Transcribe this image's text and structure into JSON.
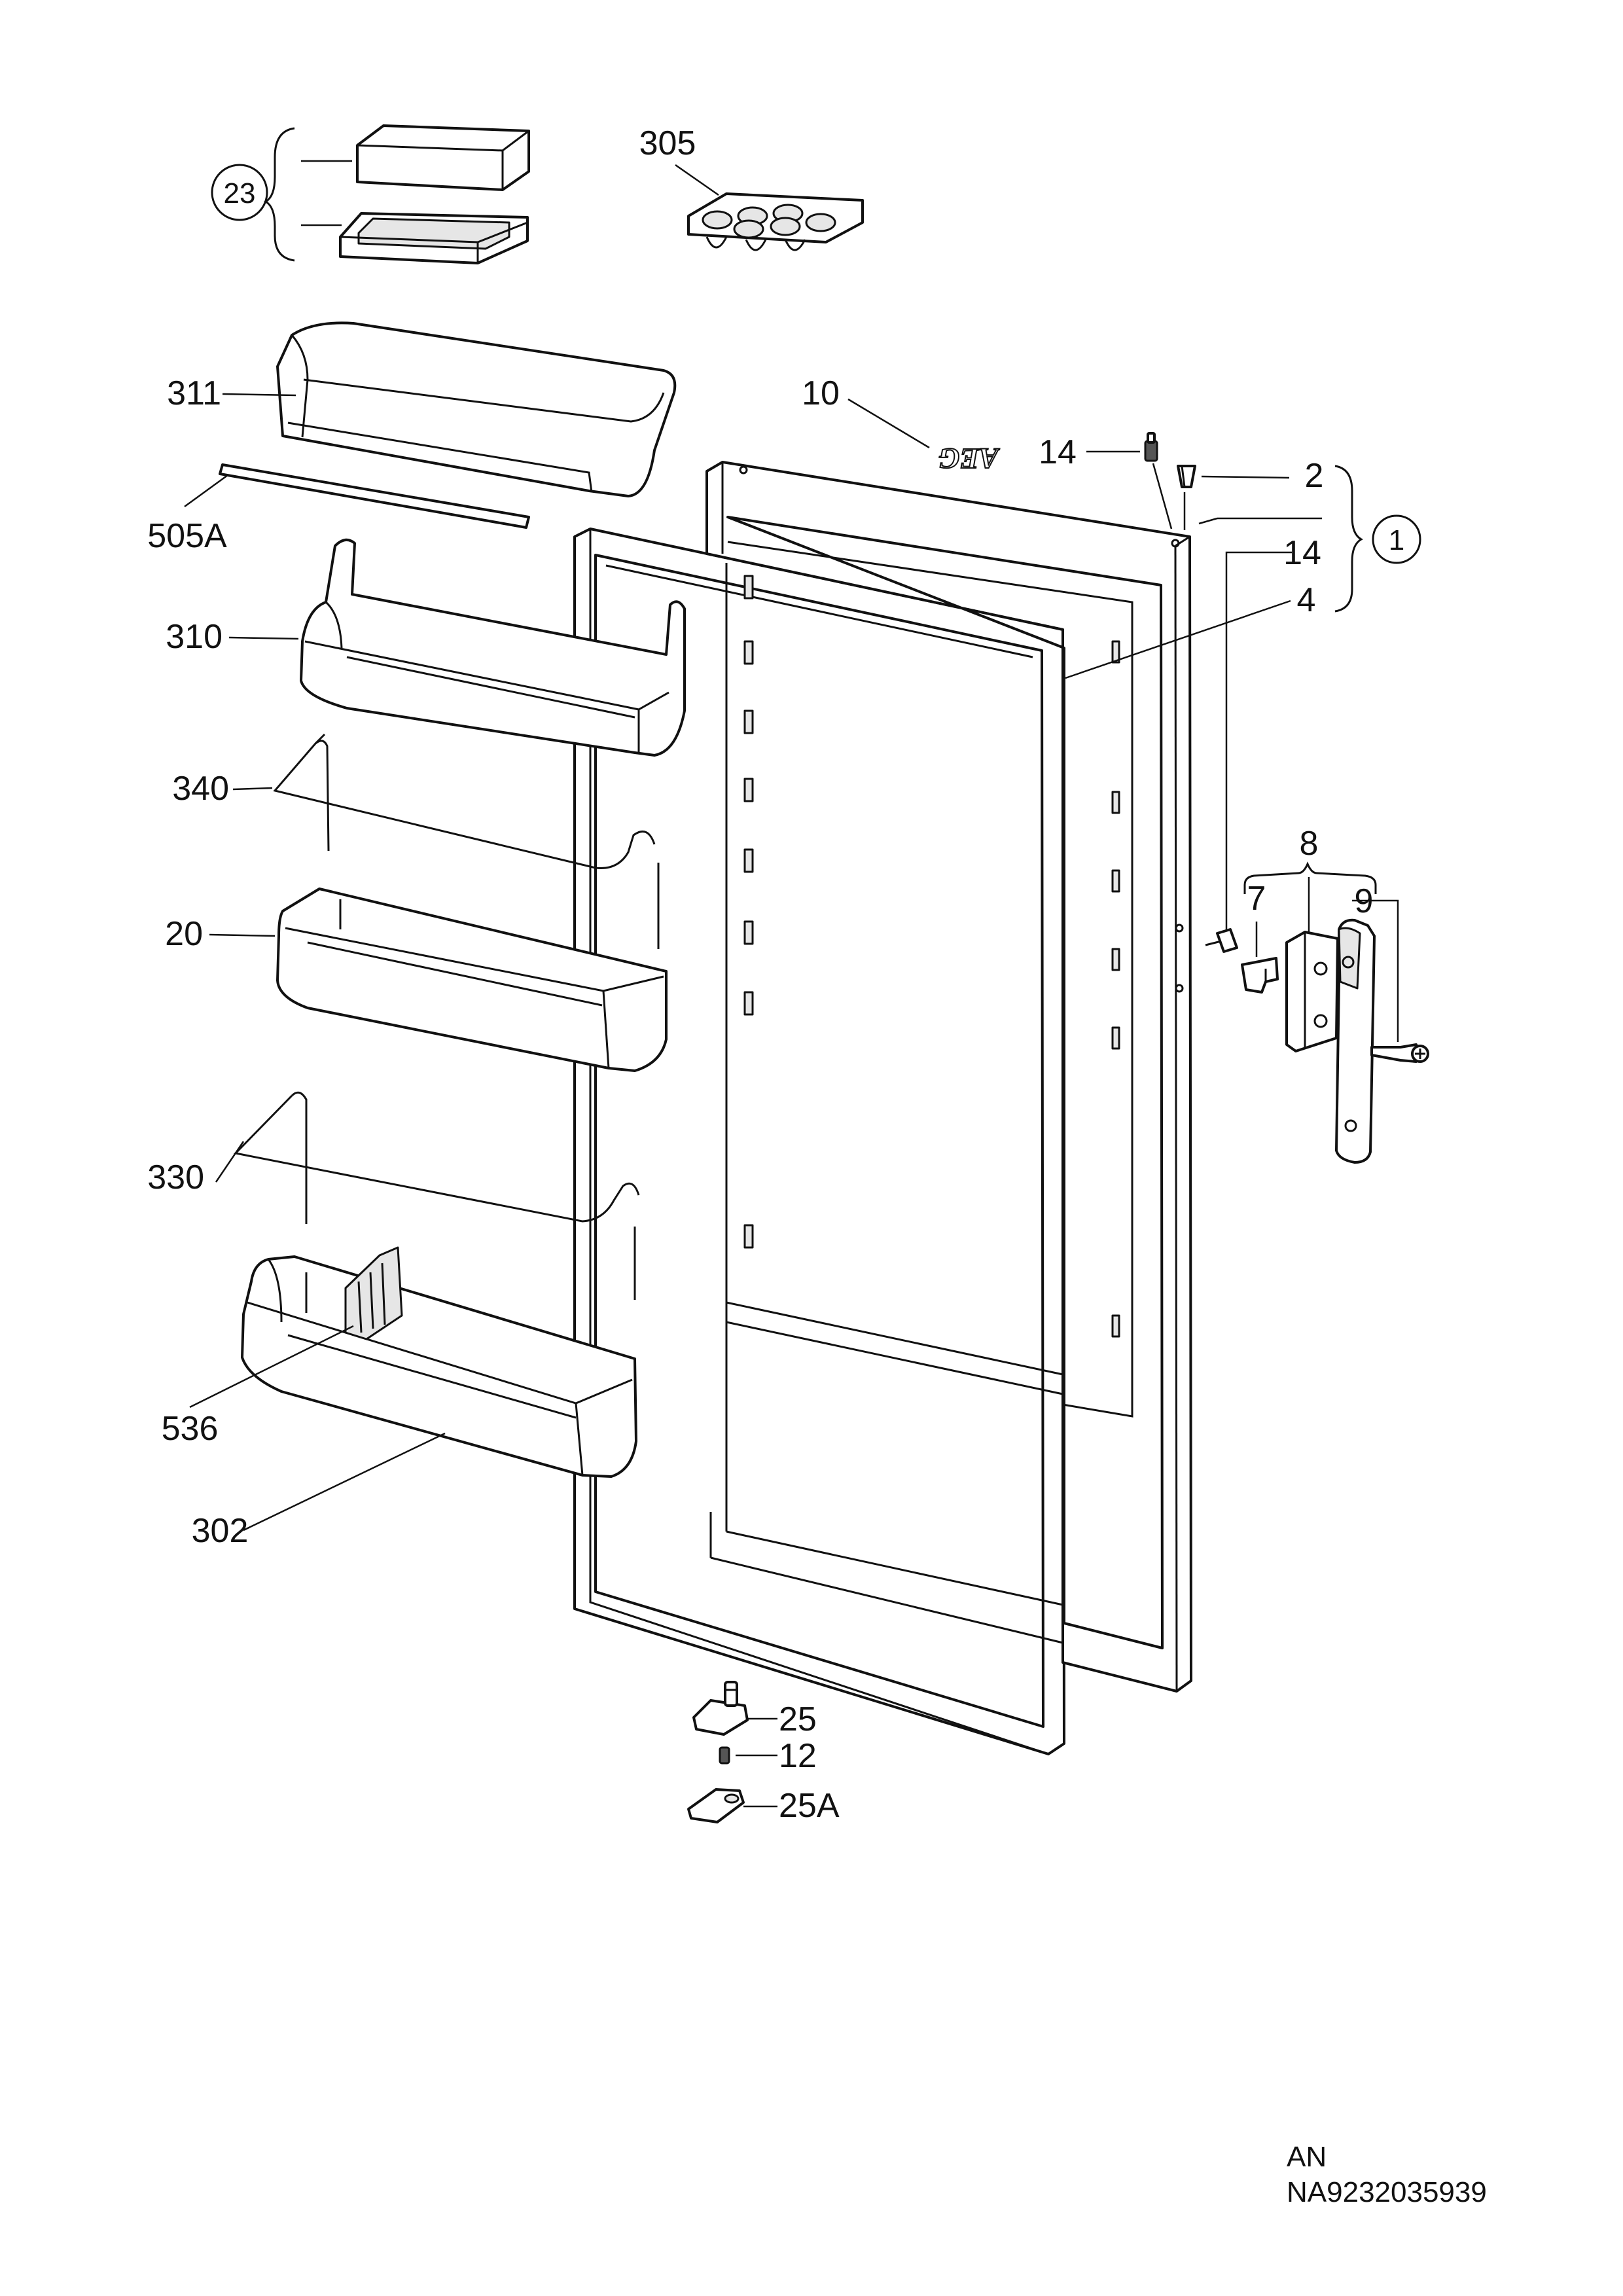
{
  "labels": {
    "l23": "23",
    "l305": "305",
    "l311": "311",
    "l505A": "505A",
    "l310": "310",
    "l340": "340",
    "l20": "20",
    "l330": "330",
    "l536": "536",
    "l302": "302",
    "l10": "10",
    "l14a": "14",
    "l2": "2",
    "l1": "1",
    "l14b": "14",
    "l4": "4",
    "l8": "8",
    "l7": "7",
    "l9": "9",
    "l25": "25",
    "l12": "12",
    "l25A": "25A"
  },
  "logo_text": "AEG",
  "footer": {
    "code": "AN",
    "drawing_number": "NA9232035939"
  }
}
